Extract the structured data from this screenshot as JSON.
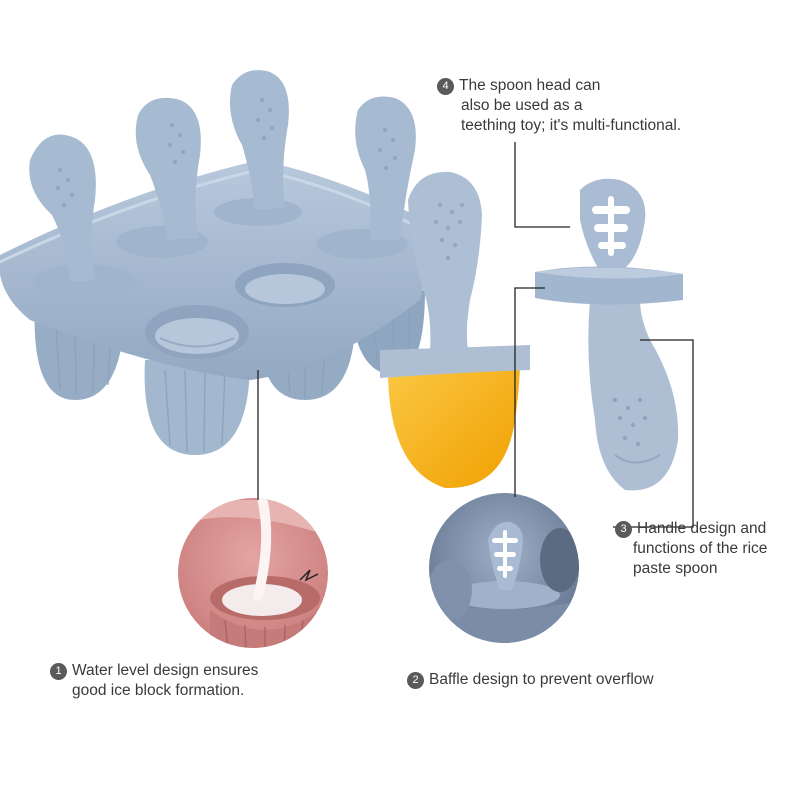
{
  "colors": {
    "silicone_blue": "#a9bdd4",
    "silicone_shadow": "#8ea4bf",
    "ice_orange": "#f6b31a",
    "mold_pink": "#d48c8c",
    "callout_line": "#222222",
    "badge": "#5a5a5a"
  },
  "callouts": [
    {
      "number": "4",
      "lines": [
        "The spoon head can",
        "also be used as a",
        "teething toy; it's multi-functional."
      ]
    },
    {
      "number": "3",
      "lines": [
        "Handle design and",
        "functions of the rice",
        "paste spoon"
      ]
    },
    {
      "number": "1",
      "lines": [
        "Water level design ensures",
        "good ice block formation."
      ]
    },
    {
      "number": "2",
      "lines": [
        "Baffle design to prevent overflow"
      ]
    }
  ],
  "icons": [
    "popsicle-mold-icon",
    "popsicle-stick-icon",
    "teething-spoon-icon",
    "water-level-detail-icon",
    "baffle-detail-icon"
  ]
}
